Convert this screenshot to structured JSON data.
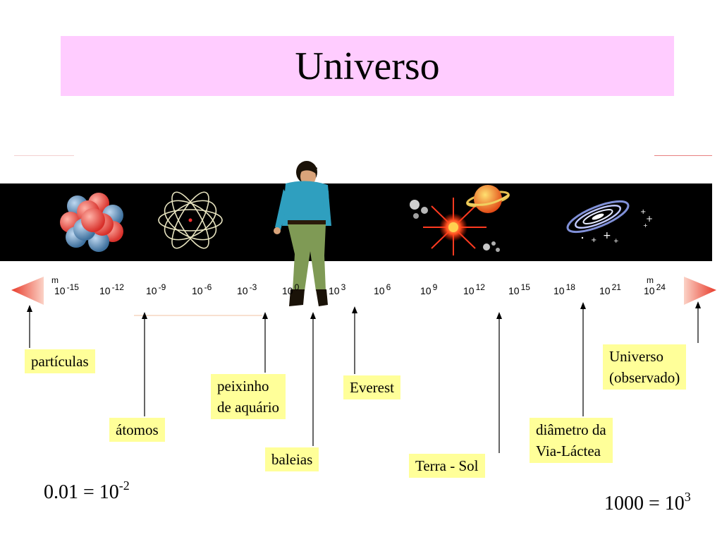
{
  "title": "Universo",
  "scale": {
    "unit": "m",
    "base": "10",
    "exponents": [
      "-15",
      "-12",
      "-9",
      "-6",
      "-3",
      "0",
      "3",
      "6",
      "9",
      "12",
      "15",
      "18",
      "21",
      "24"
    ]
  },
  "callouts": {
    "particulas": "partículas",
    "atomos": "átomos",
    "peixinho_l1": "peixinho",
    "peixinho_l2": "de aquário",
    "baleias": "baleias",
    "everest": "Everest",
    "terra_sol": "Terra - Sol",
    "via_lactea_l1": "diâmetro da",
    "via_lactea_l2": "Via-Láctea",
    "universo_l1": "Universo",
    "universo_l2": "(observado)"
  },
  "formulas": {
    "left_base": "0.01 = 10",
    "left_exp": "-2",
    "right_base": "1000 = 10",
    "right_exp": "3"
  },
  "colors": {
    "title_bg": "#ffccff",
    "callout_bg": "#ffff99",
    "band": "#000000",
    "arrow": "#e8483a"
  }
}
